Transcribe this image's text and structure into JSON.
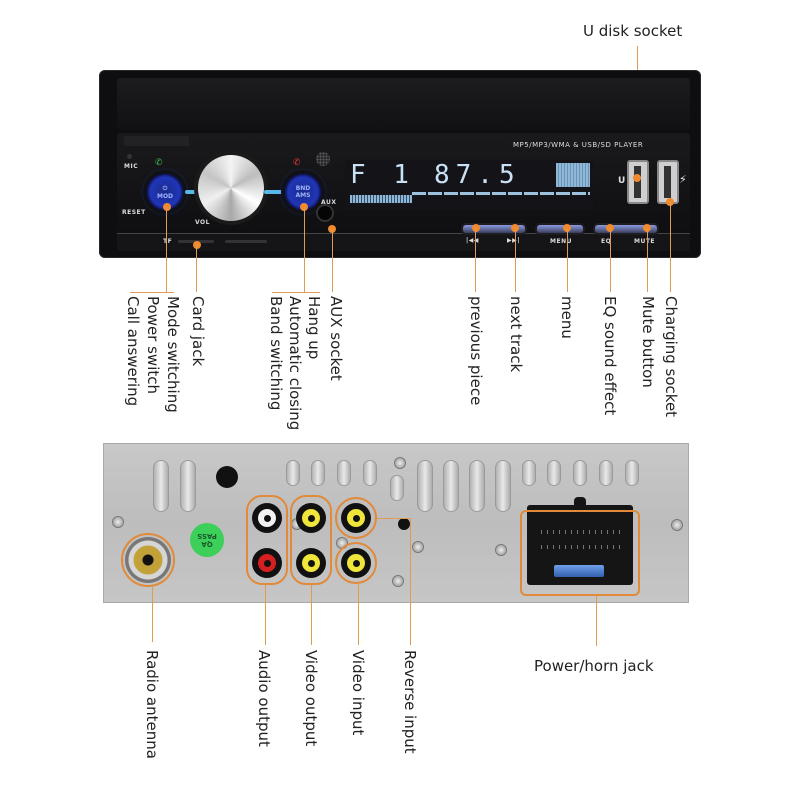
{
  "front_panel": {
    "model_text": "MP5/MP3/WMA & USB/SD PLAYER",
    "display_band": "F 1",
    "display_freq": "87.5",
    "mic_label": "MIC",
    "reset_label": "RESET",
    "vol_label": "VOL",
    "aux_label": "AUX",
    "tf_label": "TF",
    "usb_label": "U",
    "mod_button": "MOD",
    "bnd_button_top": "BND",
    "bnd_button_bottom": "AMS",
    "prev_label": "|◀◀",
    "next_label": "▶▶|",
    "menu_label": "MENU",
    "eq_label": "EQ",
    "mute_label": "MUTE"
  },
  "rear_panel": {
    "qa_badge_line1": "QA",
    "qa_badge_line2": "PASS"
  },
  "callouts_top": {
    "u_disk_socket": "U disk socket"
  },
  "callouts_front": [
    {
      "id": "mode",
      "lines": [
        "Mode switching",
        "Power switch",
        "Call answering"
      ]
    },
    {
      "id": "card",
      "lines": [
        "Card jack"
      ]
    },
    {
      "id": "bnd",
      "lines": [
        "Hang up",
        "Automatic closing",
        "Band switching"
      ]
    },
    {
      "id": "aux",
      "lines": [
        "AUX socket"
      ]
    },
    {
      "id": "prev",
      "lines": [
        "previous piece"
      ]
    },
    {
      "id": "next",
      "lines": [
        "next track"
      ]
    },
    {
      "id": "menu",
      "lines": [
        "menu"
      ]
    },
    {
      "id": "eq",
      "lines": [
        "EQ sound effect"
      ]
    },
    {
      "id": "mute",
      "lines": [
        "Mute button"
      ]
    },
    {
      "id": "charge",
      "lines": [
        "Charging socket"
      ]
    }
  ],
  "callouts_rear": [
    {
      "id": "antenna",
      "label": "Radio antenna"
    },
    {
      "id": "audio",
      "label": "Audio output"
    },
    {
      "id": "vout",
      "label": "Video output"
    },
    {
      "id": "vin",
      "label": "Video input"
    },
    {
      "id": "reverse",
      "label": "Reverse input"
    },
    {
      "id": "power",
      "label": "Power/horn jack"
    }
  ],
  "colors": {
    "callout": "#e09a55",
    "accent_blue": "#2b5cff",
    "display_text": "#c9e1f5"
  }
}
